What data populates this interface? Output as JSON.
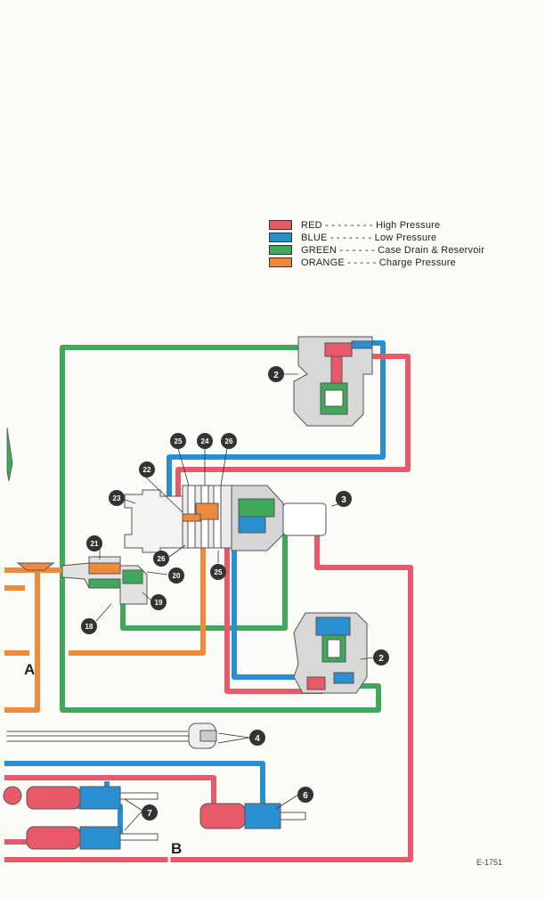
{
  "legend": [
    {
      "color_name": "RED",
      "dashes": "- - - - - - - -",
      "meaning": "High Pressure",
      "hex": "#e85a6a"
    },
    {
      "color_name": "BLUE",
      "dashes": "- - - - - - -",
      "meaning": "Low Pressure",
      "hex": "#2a8fd0"
    },
    {
      "color_name": "GREEN",
      "dashes": "- - - - - -",
      "meaning": "Case Drain & Reservoir",
      "hex": "#3fa85a"
    },
    {
      "color_name": "ORANGE",
      "dashes": "- - - - -",
      "meaning": "Charge Pressure",
      "hex": "#ee8a3a"
    }
  ],
  "callouts": [
    "2",
    "2",
    "3",
    "4",
    "6",
    "7",
    "18",
    "19",
    "20",
    "21",
    "22",
    "23",
    "24",
    "25",
    "25",
    "26",
    "26"
  ],
  "letters": {
    "a": "A",
    "b": "B"
  },
  "figure_code": "E-1751",
  "colors": {
    "red": "#e85a6a",
    "blue": "#2a8fd0",
    "green": "#3fa85a",
    "orange": "#ee8a3a",
    "outline": "#555555"
  }
}
